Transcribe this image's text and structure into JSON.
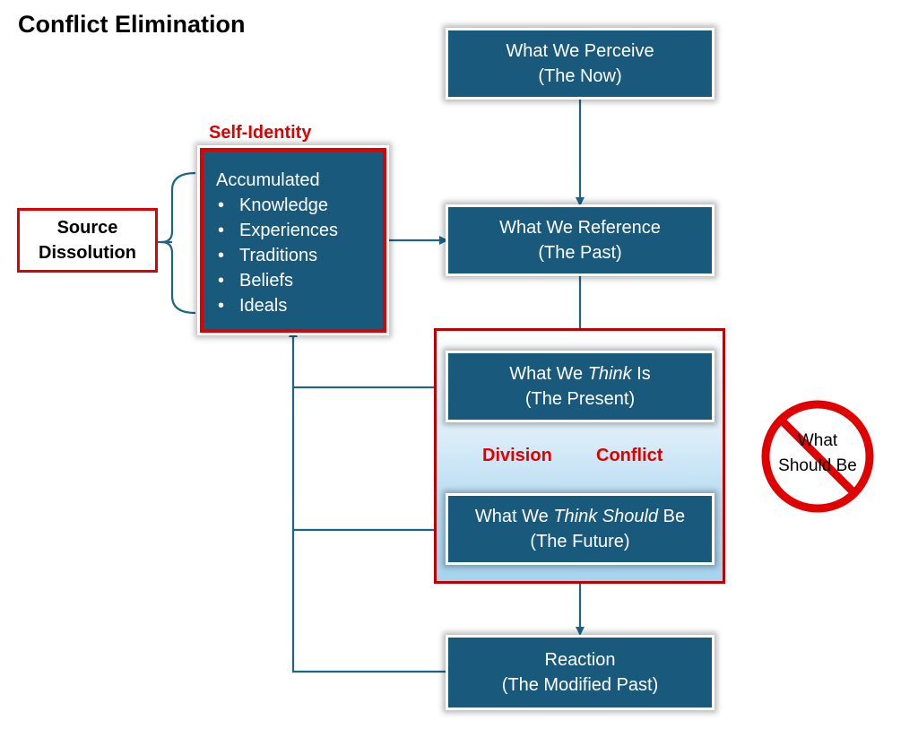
{
  "title": "Conflict Elimination",
  "self_identity_label": "Self-Identity",
  "source": {
    "line1": "Source",
    "line2": "Dissolution"
  },
  "accumulated": {
    "heading": "Accumulated",
    "items": [
      "Knowledge",
      "Experiences",
      "Traditions",
      "Beliefs",
      "Ideals"
    ]
  },
  "boxes": {
    "perceive": {
      "line1": "What We Perceive",
      "line2": "(The Now)"
    },
    "reference": {
      "line1": "What We Reference",
      "line2": "(The Past)"
    },
    "think_is": {
      "prefix": "What We ",
      "italic": "Think",
      "suffix": " Is",
      "line2": "(The Present)"
    },
    "should_be": {
      "prefix": "What We ",
      "italic": "Think Should",
      "suffix": " Be",
      "line2": "(The Future)"
    },
    "reaction": {
      "line1": "Reaction",
      "line2": "(The Modified Past)"
    }
  },
  "labels": {
    "division": "Division",
    "conflict": "Conflict"
  },
  "no_sign": {
    "line1": "What",
    "line2": "Should Be"
  },
  "colors": {
    "box_fill": "#195a7c",
    "arrow": "#1d6487",
    "red": "#e00000"
  }
}
